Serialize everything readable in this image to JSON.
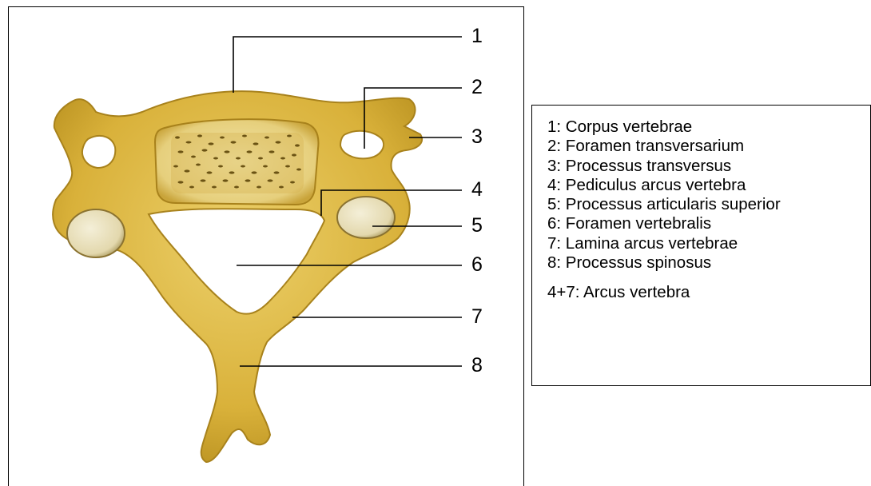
{
  "callouts": [
    "1",
    "2",
    "3",
    "4",
    "5",
    "6",
    "7",
    "8"
  ],
  "legend": {
    "items": [
      "1: Corpus vertebrae",
      "2: Foramen transversarium",
      "3: Processus transversus",
      "4: Pediculus arcus vertebra",
      "5: Processus articularis superior",
      "6: Foramen vertebralis",
      "7: Lamina arcus vertebrae",
      "8: Processus spinosus"
    ],
    "note": "4+7: Arcus vertebra"
  },
  "colors": {
    "bone": "#d9b13a",
    "bone_shadow": "#b8901f",
    "bone_light": "#ecd06a",
    "cartilage": "#ece3bf",
    "pore": "#6b5314",
    "line": "#000000"
  }
}
